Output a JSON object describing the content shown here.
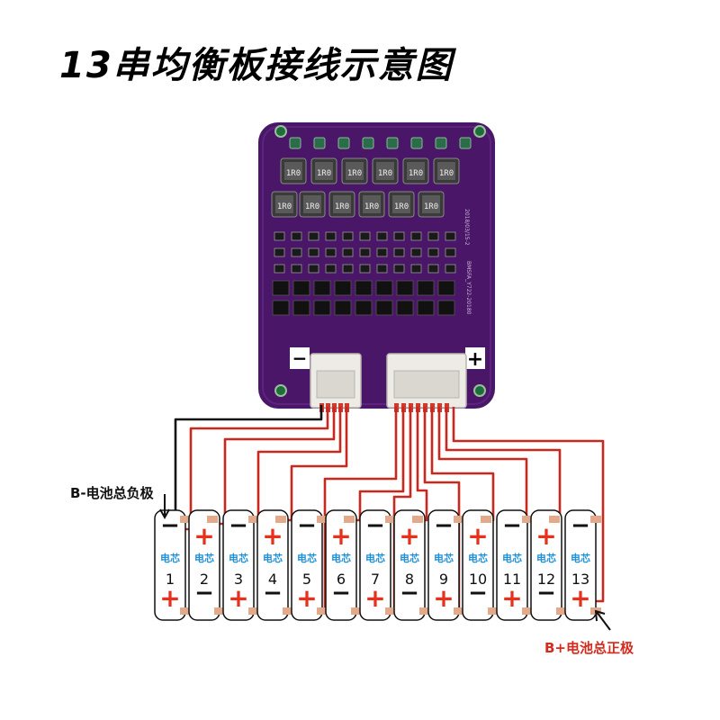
{
  "title": "13串均衡板接线示意图",
  "board": {
    "inductor_label": "1R0",
    "silk_model": "BMSFA_Y722-20180",
    "silk_note": "2018/03/15-2",
    "terminal_neg": "−",
    "terminal_pos": "+"
  },
  "labels": {
    "neg_total": "B-电池总负极",
    "pos_total": "B+电池总正极"
  },
  "cell_text": "电芯",
  "cells": [
    {
      "num": "1",
      "top": "neg"
    },
    {
      "num": "2",
      "top": "pos"
    },
    {
      "num": "3",
      "top": "neg"
    },
    {
      "num": "4",
      "top": "pos"
    },
    {
      "num": "5",
      "top": "neg"
    },
    {
      "num": "6",
      "top": "pos"
    },
    {
      "num": "7",
      "top": "neg"
    },
    {
      "num": "8",
      "top": "pos"
    },
    {
      "num": "9",
      "top": "neg"
    },
    {
      "num": "10",
      "top": "pos"
    },
    {
      "num": "11",
      "top": "neg"
    },
    {
      "num": "12",
      "top": "pos"
    },
    {
      "num": "13",
      "top": "neg"
    }
  ],
  "colors": {
    "board": "#4a1668",
    "wire_red": "#c8281e",
    "wire_black": "#111111",
    "plus": "#e8301c",
    "minus": "#111111",
    "cell_text": "#1f8fd6",
    "tab": "#e2a98b"
  }
}
